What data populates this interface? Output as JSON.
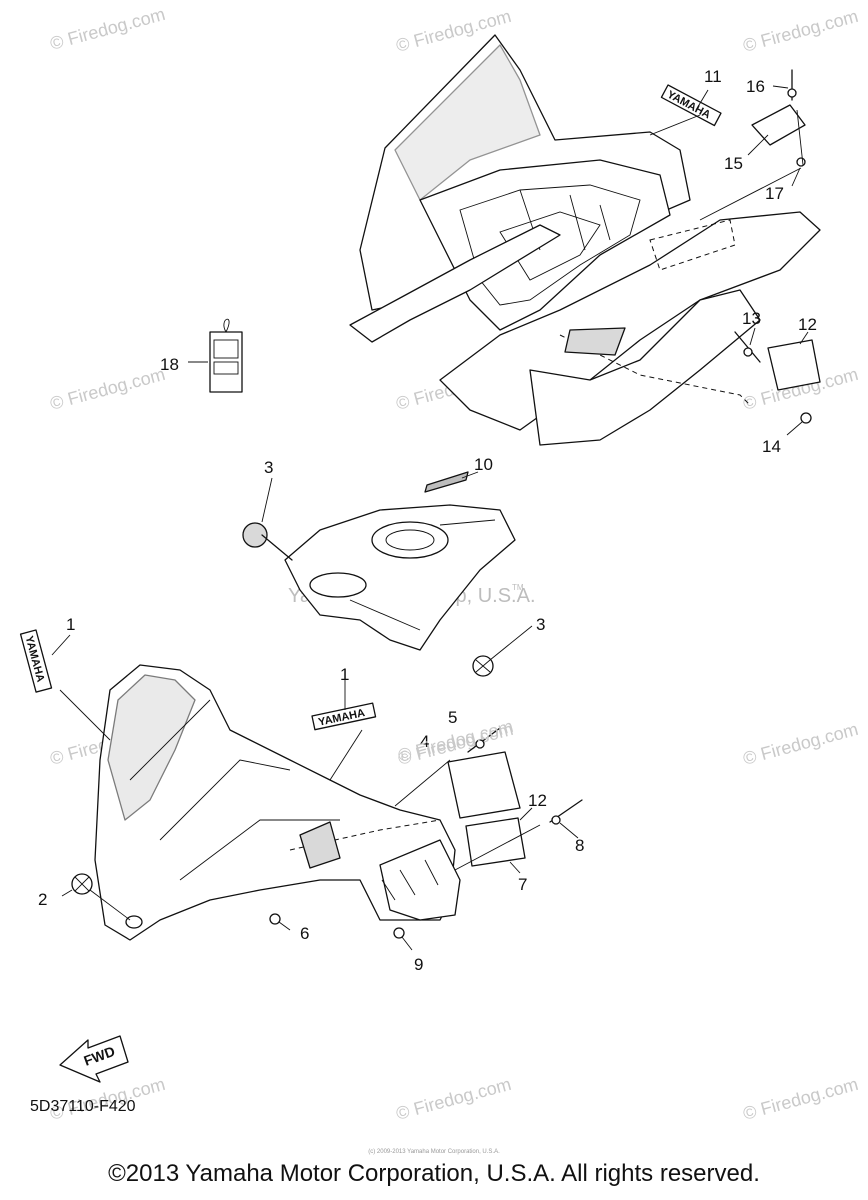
{
  "watermark": {
    "text": "© Firedog.com",
    "center_text": "Yamaha Motor Corp, U.S.A.",
    "tm": "TM"
  },
  "logo": {
    "text": "YAMAHA"
  },
  "fwd_label": "FWD",
  "part_code": "5D37110-F420",
  "fine_print": "(c) 2009-2013 Yamaha Motor Corporation, U.S.A.",
  "copyright": "©2013 Yamaha Motor Corporation, U.S.A. All rights reserved.",
  "callouts": {
    "c1a": "1",
    "c1b": "1",
    "c2": "2",
    "c3a": "3",
    "c3b": "3",
    "c4": "4",
    "c5": "5",
    "c6": "6",
    "c7": "7",
    "c8": "8",
    "c9": "9",
    "c10": "10",
    "c11": "11",
    "c12a": "12",
    "c12b": "12",
    "c13": "13",
    "c14": "14",
    "c15": "15",
    "c16": "16",
    "c17": "17",
    "c18": "18"
  }
}
